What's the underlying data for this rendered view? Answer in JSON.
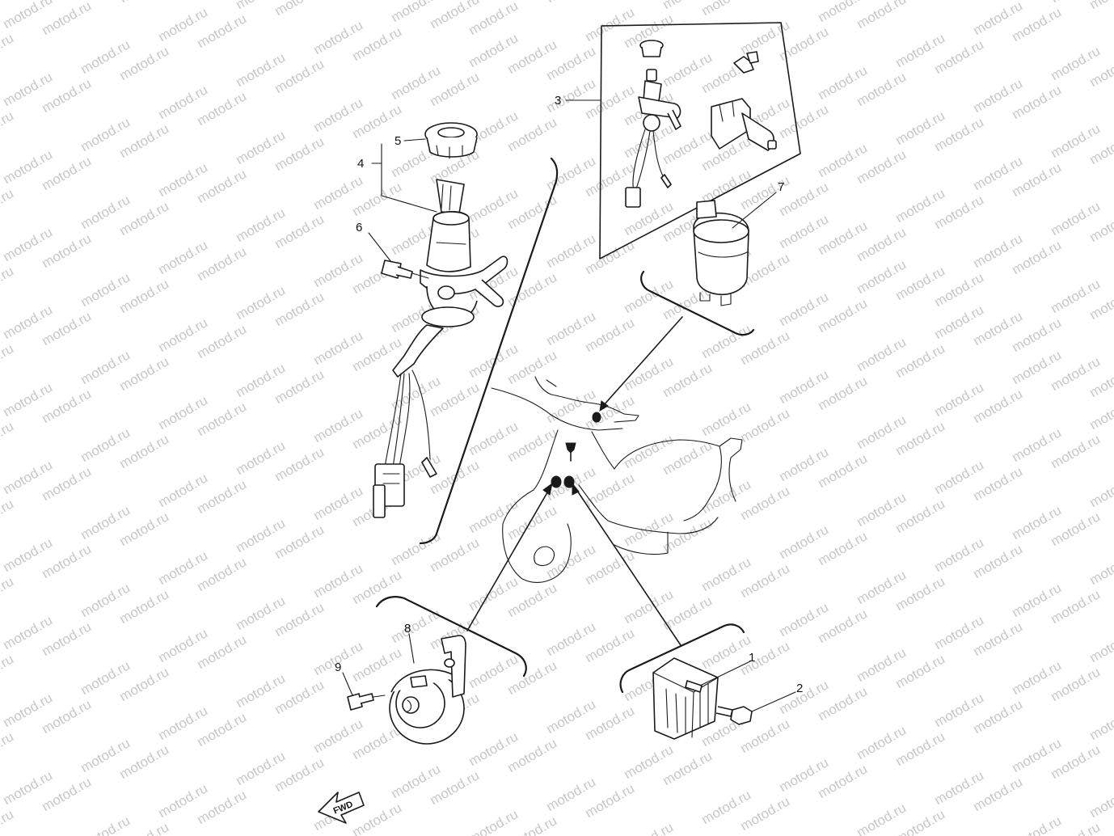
{
  "watermark": "motod.ru",
  "callouts": [
    "1",
    "2",
    "3",
    "4",
    "5",
    "6",
    "7",
    "8",
    "9"
  ],
  "parts": [
    {
      "ref": "1",
      "part": "rectifier-regulator"
    },
    {
      "ref": "2",
      "part": "bolt"
    },
    {
      "ref": "3",
      "part": "main-switch-assembly-kit"
    },
    {
      "ref": "4",
      "part": "main-switch"
    },
    {
      "ref": "5",
      "part": "cover"
    },
    {
      "ref": "6",
      "part": "screw"
    },
    {
      "ref": "7",
      "part": "relay"
    },
    {
      "ref": "8",
      "part": "horn"
    },
    {
      "ref": "9",
      "part": "bolt"
    }
  ],
  "direction_marker": "FWD"
}
